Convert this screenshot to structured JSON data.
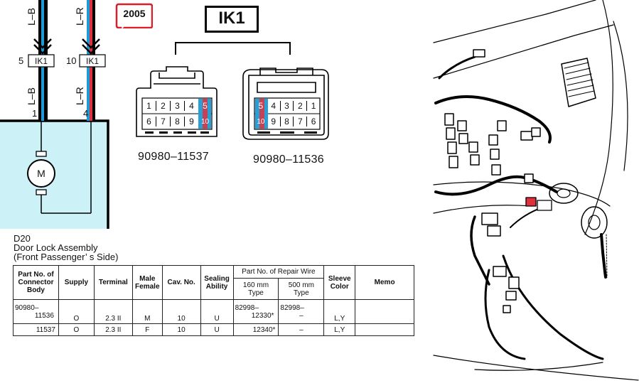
{
  "badge": {
    "year": "2005"
  },
  "connector": {
    "code": "IK1",
    "wire_left": {
      "color": "L–B",
      "pin_upper": "5",
      "pin_lower": "1"
    },
    "wire_right": {
      "color": "L–R",
      "pin_upper": "10",
      "pin_lower": "4"
    },
    "female": {
      "part_number": "90980–11537",
      "row1": [
        "1",
        "2",
        "3",
        "4",
        "5"
      ],
      "row2": [
        "6",
        "7",
        "8",
        "9",
        "10"
      ]
    },
    "male": {
      "part_number": "90980–11536",
      "row1": [
        "5",
        "4",
        "3",
        "2",
        "1"
      ],
      "row2": [
        "10",
        "9",
        "8",
        "7",
        "6"
      ]
    }
  },
  "component": {
    "code": "D20",
    "name_line1": "Door Lock Assembly",
    "name_line2": "(Front Passenger’ s Side)",
    "motor_label": "M"
  },
  "colors": {
    "wire_blue": "#1e9ad6",
    "wire_red": "#e0303c",
    "component_fill": "#ccf1f6",
    "badge_red": "#d8202a",
    "highlight_blue": "#2a9fd6"
  },
  "table": {
    "headers": {
      "part_no": [
        "Part No. of",
        "Connector",
        "Body"
      ],
      "supply": "Supply",
      "terminal": "Terminal",
      "male_female": [
        "Male",
        "Female"
      ],
      "cav_no": "Cav. No.",
      "sealing": [
        "Sealing",
        "Ability"
      ],
      "repair_wire": "Part No. of Repair Wire",
      "len160": [
        "160 mm",
        "Type"
      ],
      "len500": [
        "500 mm",
        "Type"
      ],
      "sleeve": [
        "Sleeve",
        "Color"
      ],
      "memo": "Memo"
    },
    "rows": [
      {
        "part_top": "90980–",
        "part": "11536",
        "supply": "O",
        "terminal": "2.3 II",
        "mf": "M",
        "cav": "10",
        "seal": "U",
        "r160_top": "82998–",
        "r160": "12330*",
        "r500_top": "82998–",
        "r500": "–",
        "sleeve": "L,Y",
        "memo": ""
      },
      {
        "part_top": "",
        "part": "11537",
        "supply": "O",
        "terminal": "2.3 II",
        "mf": "F",
        "cav": "10",
        "seal": "U",
        "r160_top": "",
        "r160": "12340*",
        "r500_top": "",
        "r500": "–",
        "sleeve": "L,Y",
        "memo": ""
      }
    ]
  }
}
